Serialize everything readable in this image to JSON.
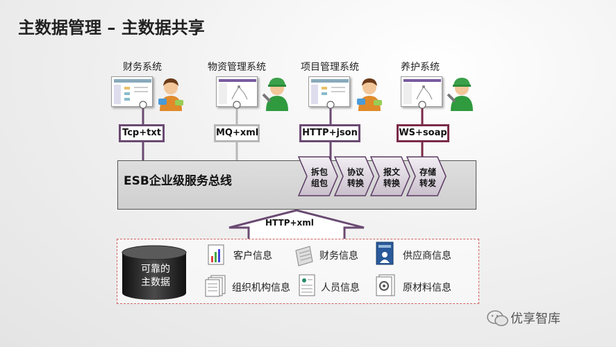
{
  "title": "主数据管理 – 主数据共享",
  "systems": [
    {
      "label": "财务系统",
      "protocol": "Tcp+txt",
      "color": "#6a4a72"
    },
    {
      "label": "物资管理系统",
      "protocol": "MQ+xml",
      "color": "#b7b7b7"
    },
    {
      "label": "项目管理系统",
      "protocol": "HTTP+json",
      "color": "#6a4a72"
    },
    {
      "label": "养护系统",
      "protocol": "WS+soap",
      "color": "#7a2a48"
    }
  ],
  "esb": {
    "label": "ESB企业级服务总线",
    "steps": [
      "拆包\n组包",
      "协议\n转换",
      "报文\n转换",
      "存储\n转发"
    ]
  },
  "bottom_protocol": "HTTP+xml",
  "database": {
    "label": "可靠的\n主数据"
  },
  "info_items": [
    {
      "label": "客户信息",
      "icon": "customer-chart-icon"
    },
    {
      "label": "财务信息",
      "icon": "finance-doc-icon"
    },
    {
      "label": "供应商信息",
      "icon": "supplier-card-icon"
    },
    {
      "label": "组织机构信息",
      "icon": "org-docs-icon"
    },
    {
      "label": "人员信息",
      "icon": "person-doc-icon"
    },
    {
      "label": "原材料信息",
      "icon": "material-doc-icon"
    }
  ],
  "watermark": "优享智库"
}
